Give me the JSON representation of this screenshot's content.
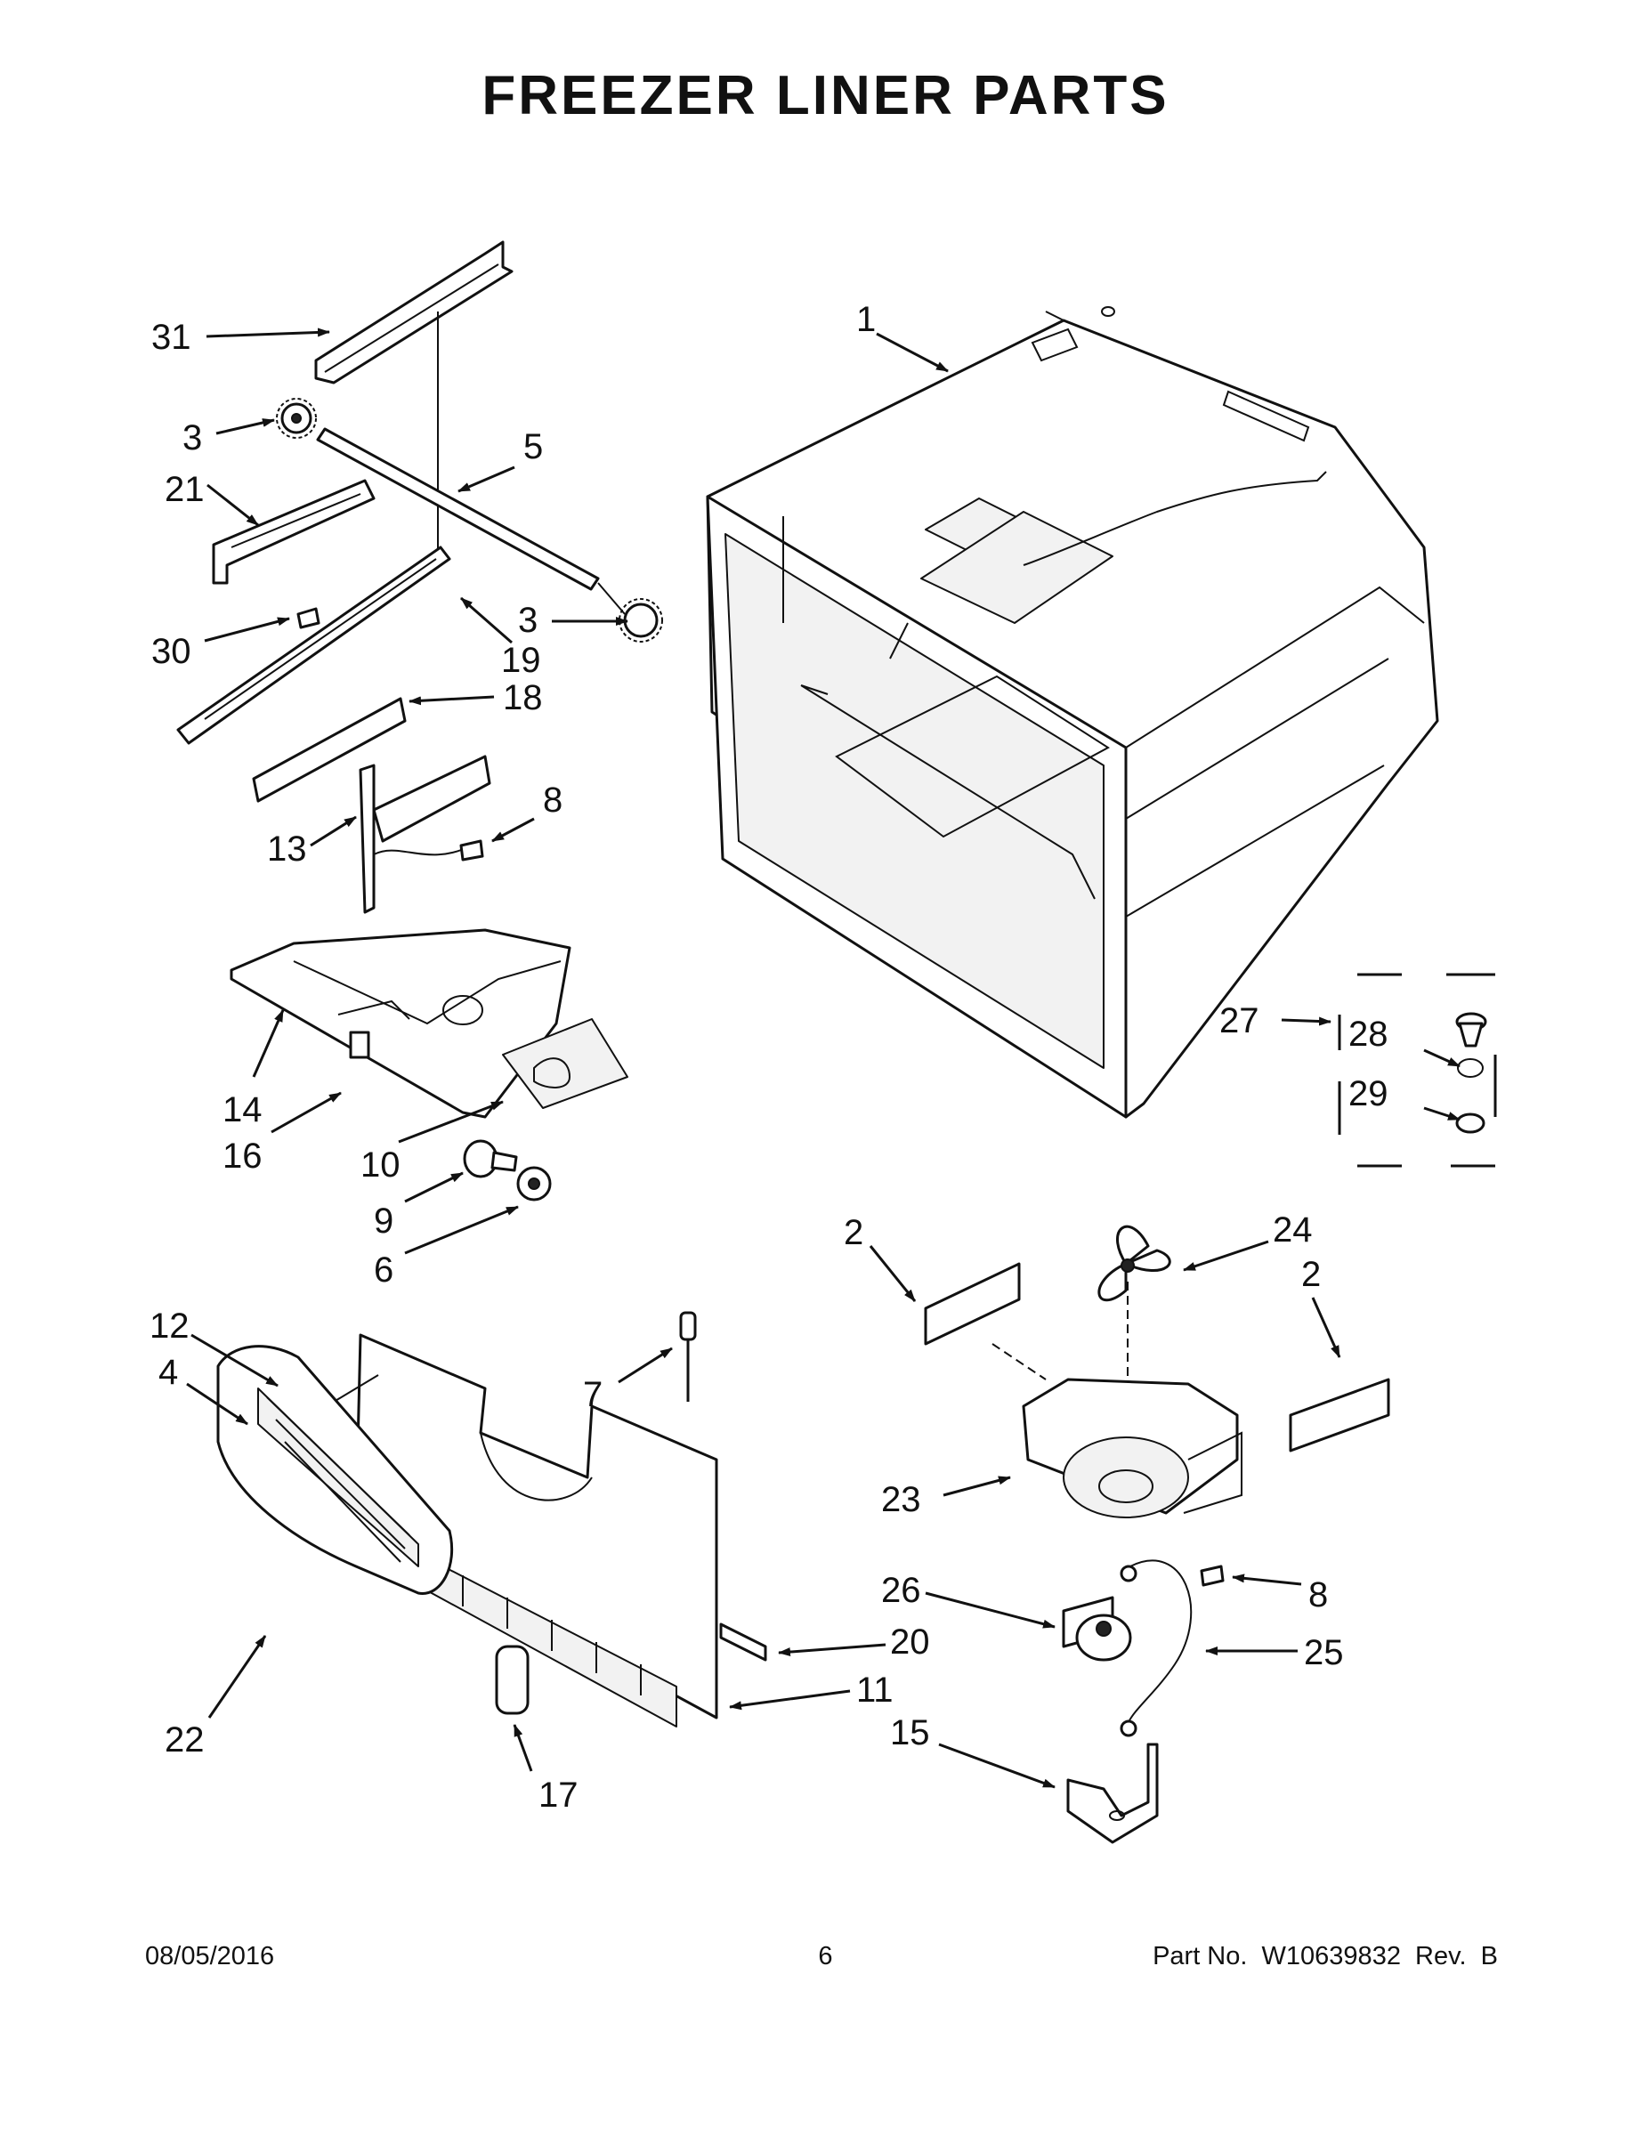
{
  "title": "FREEZER LINER PARTS",
  "callouts": [
    {
      "id": "c31",
      "text": "31"
    },
    {
      "id": "c1",
      "text": "1"
    },
    {
      "id": "c3a",
      "text": "3"
    },
    {
      "id": "c5",
      "text": "5"
    },
    {
      "id": "c21",
      "text": "21"
    },
    {
      "id": "c3b",
      "text": "3"
    },
    {
      "id": "c30",
      "text": "30"
    },
    {
      "id": "c19",
      "text": "19"
    },
    {
      "id": "c18",
      "text": "18"
    },
    {
      "id": "c8a",
      "text": "8"
    },
    {
      "id": "c13",
      "text": "13"
    },
    {
      "id": "c27",
      "text": "27"
    },
    {
      "id": "c28",
      "text": "28"
    },
    {
      "id": "c29",
      "text": "29"
    },
    {
      "id": "c14",
      "text": "14"
    },
    {
      "id": "c16",
      "text": "16"
    },
    {
      "id": "c10",
      "text": "10"
    },
    {
      "id": "c9",
      "text": "9"
    },
    {
      "id": "c6",
      "text": "6"
    },
    {
      "id": "c2a",
      "text": "2"
    },
    {
      "id": "c24",
      "text": "24"
    },
    {
      "id": "c2b",
      "text": "2"
    },
    {
      "id": "c12",
      "text": "12"
    },
    {
      "id": "c4",
      "text": "4"
    },
    {
      "id": "c7",
      "text": "7"
    },
    {
      "id": "c23",
      "text": "23"
    },
    {
      "id": "c26",
      "text": "26"
    },
    {
      "id": "c8b",
      "text": "8"
    },
    {
      "id": "c20",
      "text": "20"
    },
    {
      "id": "c25",
      "text": "25"
    },
    {
      "id": "c11",
      "text": "11"
    },
    {
      "id": "c22",
      "text": "22"
    },
    {
      "id": "c15",
      "text": "15"
    },
    {
      "id": "c17",
      "text": "17"
    }
  ],
  "footer": {
    "date": "08/05/2016",
    "page": "6",
    "part_number": "Part No.  W10639832  Rev.  B"
  }
}
